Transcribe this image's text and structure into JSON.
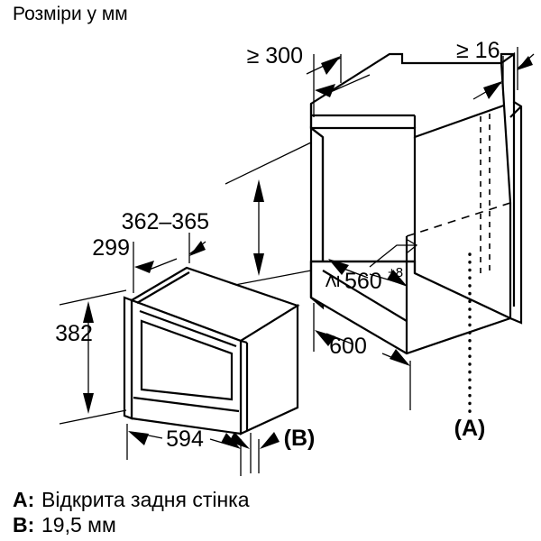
{
  "title": "Розміри у мм",
  "units_note": "мм",
  "dimensions": {
    "niche_top_clearance": "≥ 300",
    "niche_side_clearance": "≥ 16",
    "niche_height": "362–365",
    "niche_width_value": "560",
    "niche_width_prefix": "≥",
    "niche_width_superscript": "+8",
    "niche_depth": "600",
    "appliance_depth": "299",
    "appliance_height": "382",
    "appliance_width": "594"
  },
  "callouts": {
    "a_marker": "(A)",
    "b_marker": "(B)"
  },
  "legend": [
    {
      "key": "A:",
      "text": "Відкрита задня стінка"
    },
    {
      "key": "B:",
      "text": "19,5 мм"
    }
  ],
  "colors": {
    "line": "#000000",
    "background": "#ffffff",
    "text": "#000000"
  }
}
